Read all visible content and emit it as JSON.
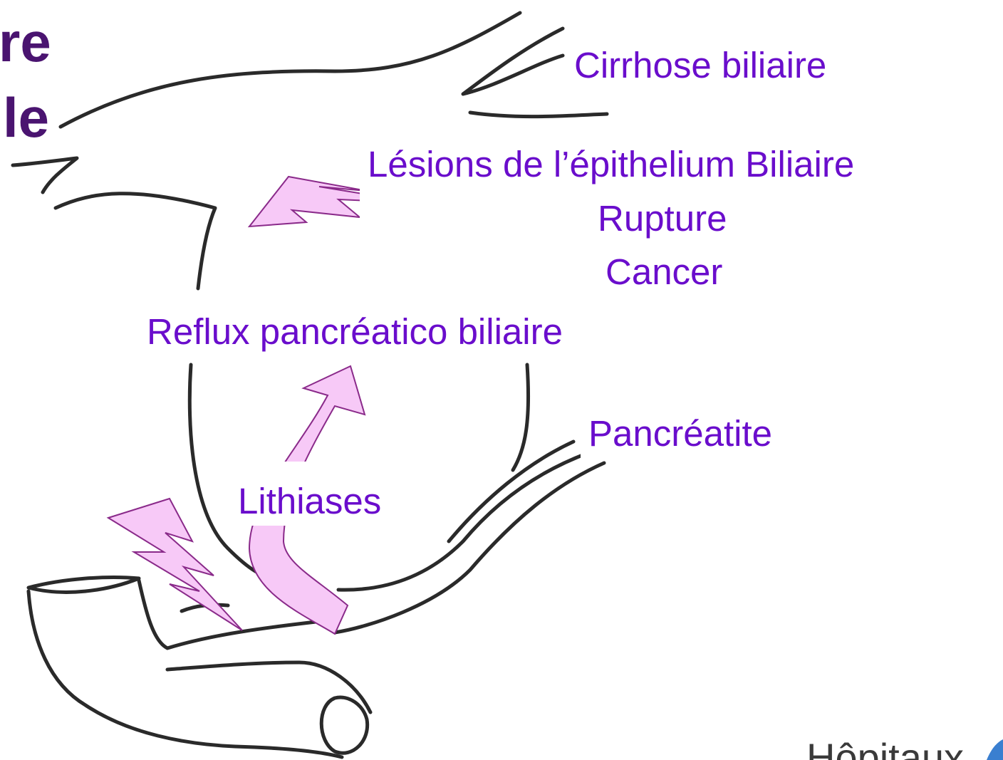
{
  "title_fragments": [
    "re",
    "le"
  ],
  "labels": {
    "cirrhose": "Cirrhose biliaire",
    "lesions": "Lésions de l’épithelium Biliaire",
    "rupture": "Rupture",
    "cancer": "Cancer",
    "reflux": "Reflux pancréatico biliaire",
    "pancreatite": "Pancréatite",
    "lithiases": "Lithiases"
  },
  "logo_fragment": "Hôpitaux",
  "colors": {
    "label_text": "#6a0dcc",
    "title_text": "#4a1470",
    "arrow_fill": "#f7c9f7",
    "arrow_stroke": "#8a2a8a",
    "sketch_stroke": "#2a2a2a",
    "logo_accent": "#3a7fd0"
  },
  "icons": [
    "lightning-bolt-icon",
    "curved-arrow-icon"
  ]
}
